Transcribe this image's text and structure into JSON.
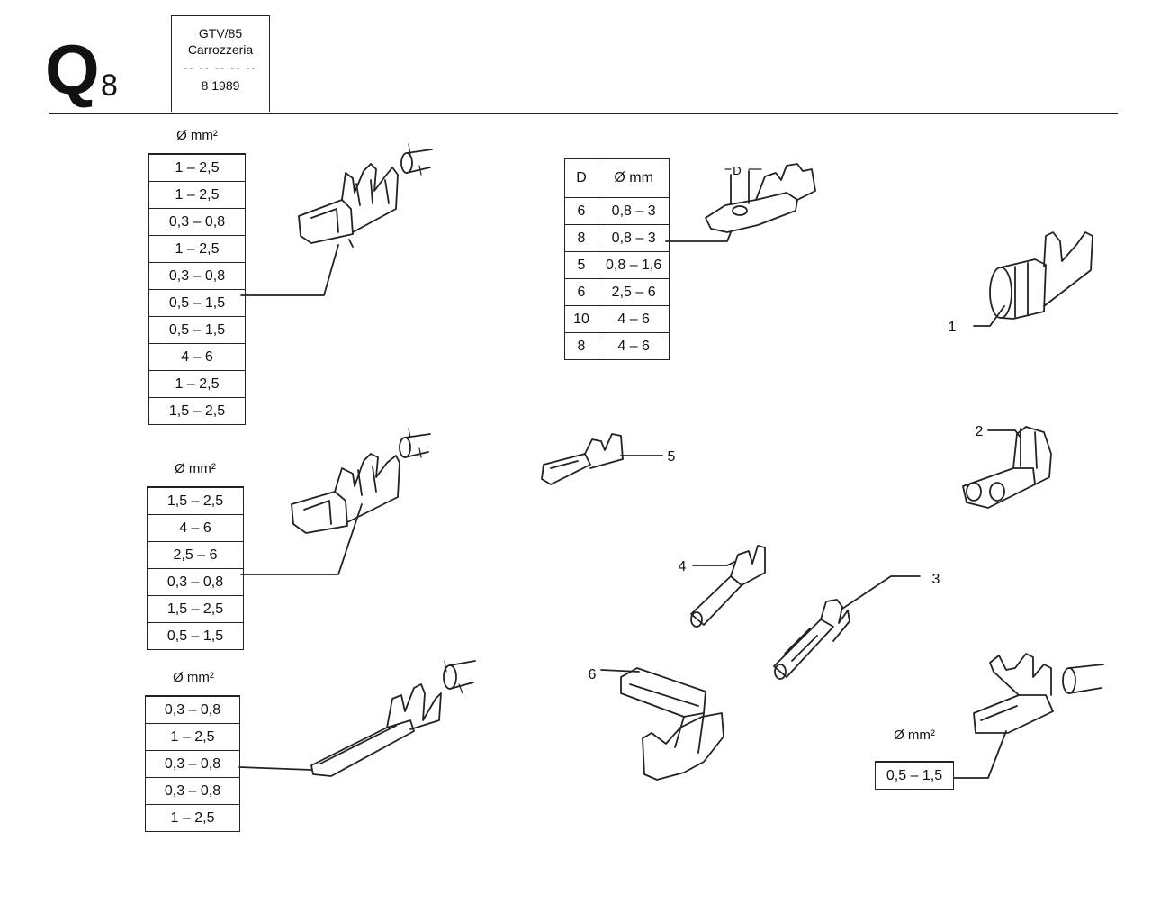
{
  "header": {
    "section_letter": "Q",
    "section_number": "8",
    "model": "GTV/85",
    "group": "Carrozzeria",
    "dashes": "-- -- -- -- --",
    "date": "8  1989"
  },
  "tables": {
    "t1": {
      "caption": "Ø mm²",
      "rows": [
        "1 – 2,5",
        "1 – 2,5",
        "0,3 – 0,8",
        "1 – 2,5",
        "0,3 – 0,8",
        "0,5 – 1,5",
        "0,5 – 1,5",
        "4 – 6",
        "1 – 2,5",
        "1,5 – 2,5"
      ]
    },
    "t2": {
      "caption": "Ø mm²",
      "rows": [
        "1,5 – 2,5",
        "4 – 6",
        "2,5 – 6",
        "0,3 – 0,8",
        "1,5 – 2,5",
        "0,5 – 1,5"
      ]
    },
    "t3": {
      "caption": "Ø mm²",
      "rows": [
        "0,3 – 0,8",
        "1 – 2,5",
        "0,3 – 0,8",
        "0,3 – 0,8",
        "1 – 2,5"
      ]
    },
    "t4": {
      "header_d": "D",
      "header_mm": "Ø mm",
      "rows": [
        {
          "d": "6",
          "mm": "0,8 – 3"
        },
        {
          "d": "8",
          "mm": "0,8 – 3"
        },
        {
          "d": "5",
          "mm": "0,8 – 1,6"
        },
        {
          "d": "6",
          "mm": "2,5 – 6"
        },
        {
          "d": "10",
          "mm": "4 – 6"
        },
        {
          "d": "8",
          "mm": "4 – 6"
        }
      ]
    },
    "t5": {
      "caption": "Ø mm²",
      "rows": [
        "0,5 – 1,5"
      ]
    }
  },
  "dimension_label": "D",
  "callouts": [
    "1",
    "2",
    "3",
    "4",
    "5",
    "6"
  ]
}
